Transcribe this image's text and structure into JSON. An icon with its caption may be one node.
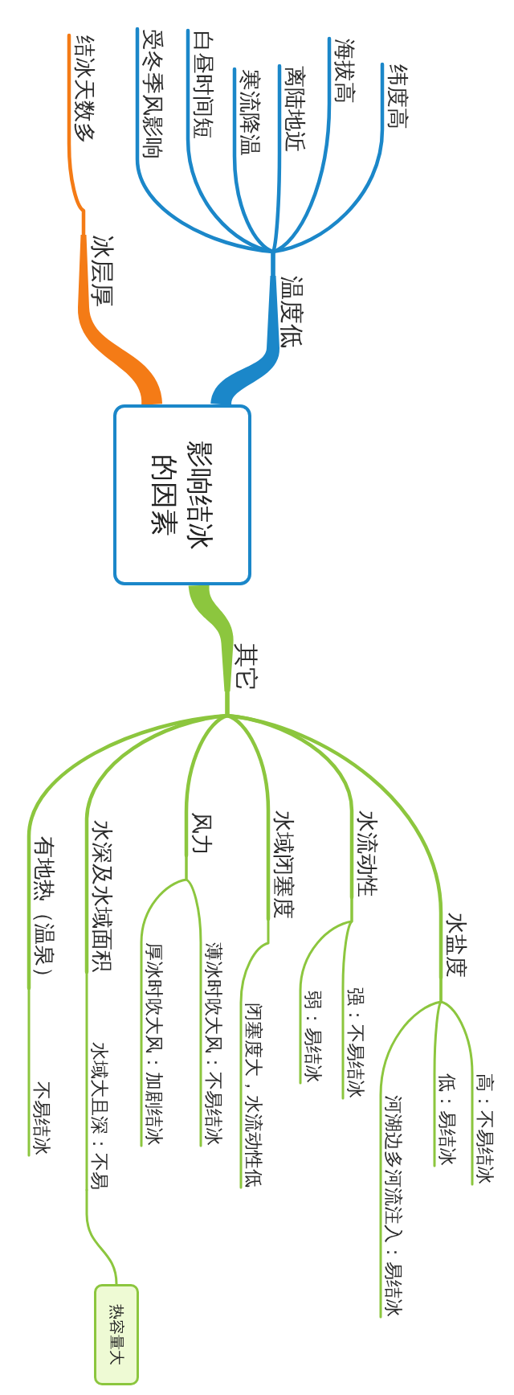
{
  "diagram": {
    "nodes": [
      {
        "text": [
          "影响结冰的因素"
        ]
      },
      {
        "text": [
          "温度低"
        ]
      },
      {
        "text": [
          "纬度高"
        ]
      },
      {
        "text": [
          "海拔高"
        ]
      },
      {
        "text": [
          "离陆地近"
        ]
      },
      {
        "text": [
          "寒流降温"
        ]
      },
      {
        "text": [
          "白昼时间短"
        ]
      },
      {
        "text": [
          "受冬季风影响"
        ]
      },
      {
        "text": [
          "冰层厚"
        ]
      },
      {
        "text": [
          "结冰天数多"
        ]
      },
      {
        "text": [
          "其它"
        ]
      },
      {
        "text": [
          "水盐度"
        ]
      },
      {
        "text": [
          "高：不易结冰"
        ]
      },
      {
        "text": [
          "低：易结冰"
        ]
      },
      {
        "text": [
          "河湖边多河流注入：易结冰"
        ]
      },
      {
        "text": [
          "水流动性"
        ]
      },
      {
        "text": [
          "强：不易结冰"
        ]
      },
      {
        "text": [
          "弱：易结冰"
        ]
      },
      {
        "text": [
          "水域闭塞度"
        ]
      },
      {
        "text": [
          "闭塞度大，水流动性低"
        ]
      },
      {
        "text": [
          "风力"
        ]
      },
      {
        "text": [
          "薄冰时吹大风：不易结冰"
        ]
      },
      {
        "text": [
          "厚冰时吹大风：加剧结冰"
        ]
      },
      {
        "text": [
          "水深及水域面积"
        ]
      },
      {
        "text": [
          "水域大且深：不易"
        ]
      },
      {
        "text": [
          "热容量大"
        ]
      },
      {
        "text": [
          "有地热（温泉）"
        ]
      },
      {
        "text": [
          "不易结冰"
        ]
      }
    ],
    "edges": [
      {
        "from": 0,
        "to": 1,
        "arrow": "none",
        "style": "thick",
        "color": "#1b87c9"
      },
      {
        "from": 1,
        "to": 2,
        "arrow": "none",
        "color": "#1b87c9"
      },
      {
        "from": 1,
        "to": 3,
        "arrow": "none",
        "color": "#1b87c9"
      },
      {
        "from": 1,
        "to": 4,
        "arrow": "none",
        "color": "#1b87c9"
      },
      {
        "from": 1,
        "to": 5,
        "arrow": "none",
        "color": "#1b87c9"
      },
      {
        "from": 1,
        "to": 6,
        "arrow": "none",
        "color": "#1b87c9"
      },
      {
        "from": 1,
        "to": 7,
        "arrow": "none",
        "color": "#1b87c9"
      },
      {
        "from": 0,
        "to": 8,
        "arrow": "none",
        "style": "thick",
        "color": "#f47b16"
      },
      {
        "from": 8,
        "to": 9,
        "arrow": "none",
        "color": "#f47b16"
      },
      {
        "from": 0,
        "to": 10,
        "arrow": "none",
        "style": "thick"
      },
      {
        "from": 10,
        "to": 11,
        "arrow": "none"
      },
      {
        "from": 11,
        "to": 12,
        "arrow": "none"
      },
      {
        "from": 11,
        "to": 13,
        "arrow": "none"
      },
      {
        "from": 11,
        "to": 14,
        "arrow": "none"
      },
      {
        "from": 10,
        "to": 15,
        "arrow": "none"
      },
      {
        "from": 15,
        "to": 16,
        "arrow": "none"
      },
      {
        "from": 15,
        "to": 17,
        "arrow": "none"
      },
      {
        "from": 10,
        "to": 18,
        "arrow": "none"
      },
      {
        "from": 18,
        "to": 19,
        "arrow": "none"
      },
      {
        "from": 10,
        "to": 20,
        "arrow": "none"
      },
      {
        "from": 20,
        "to": 21,
        "arrow": "none"
      },
      {
        "from": 20,
        "to": 22,
        "arrow": "none"
      },
      {
        "from": 10,
        "to": 23,
        "arrow": "none"
      },
      {
        "from": 23,
        "to": 24,
        "arrow": "none"
      },
      {
        "from": 24,
        "to": 25,
        "arrow": "none"
      },
      {
        "from": 10,
        "to": 26,
        "arrow": "none"
      },
      {
        "from": 26,
        "to": 27,
        "arrow": "none"
      }
    ]
  }
}
